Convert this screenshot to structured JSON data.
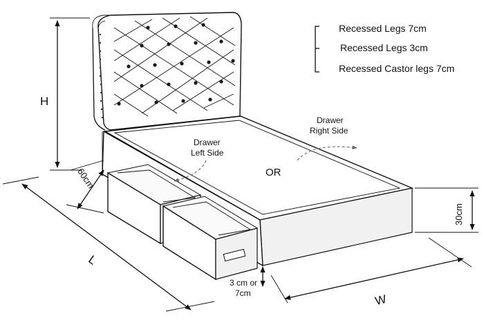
{
  "options": [
    {
      "label": "Recessed Legs 7cm"
    },
    {
      "label": "Recessed Legs 3cm"
    },
    {
      "label": "Recessed Castor legs 7cm"
    }
  ],
  "dimensions": {
    "height": "H",
    "depth": "60cm",
    "length": "L",
    "width": "W",
    "base_height": "30cm",
    "clearance_line1": "3 cm or",
    "clearance_line2": "7cm"
  },
  "labels": {
    "drawer_left_line1": "Drawer",
    "drawer_left_line2": "Left Side",
    "drawer_right_line1": "Drawer",
    "drawer_right_line2": "Right Side",
    "or": "OR"
  }
}
